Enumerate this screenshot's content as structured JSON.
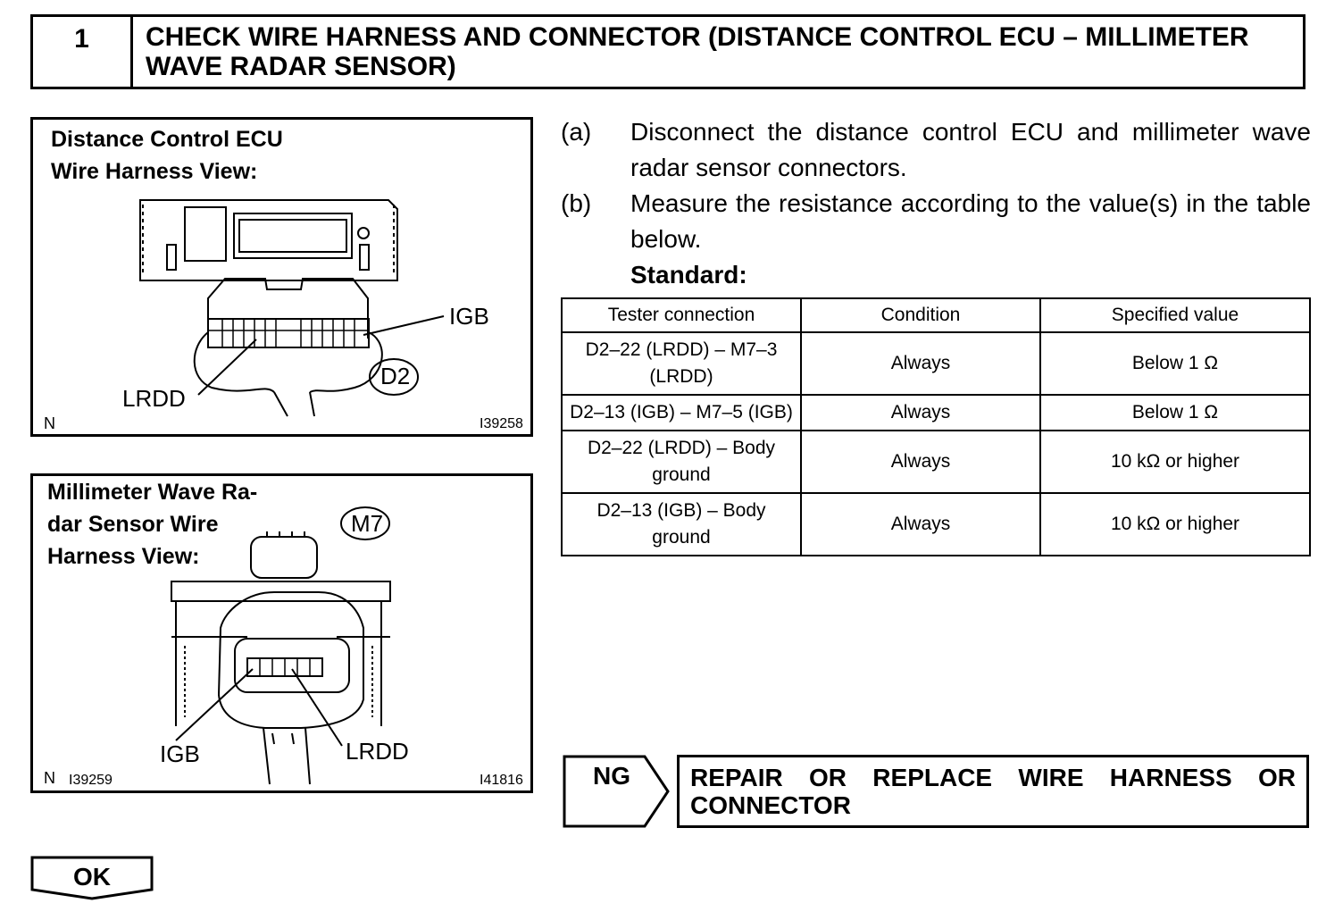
{
  "header": {
    "step_number": "1",
    "title": "CHECK WIRE HARNESS AND CONNECTOR (DISTANCE CONTROL ECU – MILLIMETER WAVE RADAR SENSOR)"
  },
  "figure1": {
    "title_line1": "Distance Control ECU",
    "title_line2": "Wire Harness View:",
    "label_igb": "IGB",
    "label_lrdd": "LRDD",
    "connector_tag": "D2",
    "corner_mark": "N",
    "figure_id": "I39258"
  },
  "figure2": {
    "title_line1": "Millimeter Wave Ra-",
    "title_line2": "dar Sensor Wire",
    "title_line3": "Harness View:",
    "connector_tag": "M7",
    "label_igb": "IGB",
    "label_lrdd": "LRDD",
    "corner_mark": "N",
    "figure_id_left": "I39259",
    "figure_id_right": "I41816"
  },
  "steps": [
    {
      "marker": "(a)",
      "text": "Disconnect the distance control ECU and millimeter wave radar sensor connectors."
    },
    {
      "marker": "(b)",
      "text": "Measure the resistance according to the value(s) in the table below."
    }
  ],
  "standard_label": "Standard:",
  "table": {
    "headers": [
      "Tester connection",
      "Condition",
      "Specified value"
    ],
    "rows": [
      [
        "D2–22 (LRDD) – M7–3 (LRDD)",
        "Always",
        "Below 1 Ω"
      ],
      [
        "D2–13 (IGB) – M7–5 (IGB)",
        "Always",
        "Below 1 Ω"
      ],
      [
        "D2–22 (LRDD) – Body ground",
        "Always",
        "10 kΩ or higher"
      ],
      [
        "D2–13 (IGB) – Body ground",
        "Always",
        "10 kΩ or higher"
      ]
    ]
  },
  "ng_label": "NG",
  "ng_result": "REPAIR OR REPLACE WIRE HARNESS OR CONNECTOR",
  "ok_label": "OK"
}
